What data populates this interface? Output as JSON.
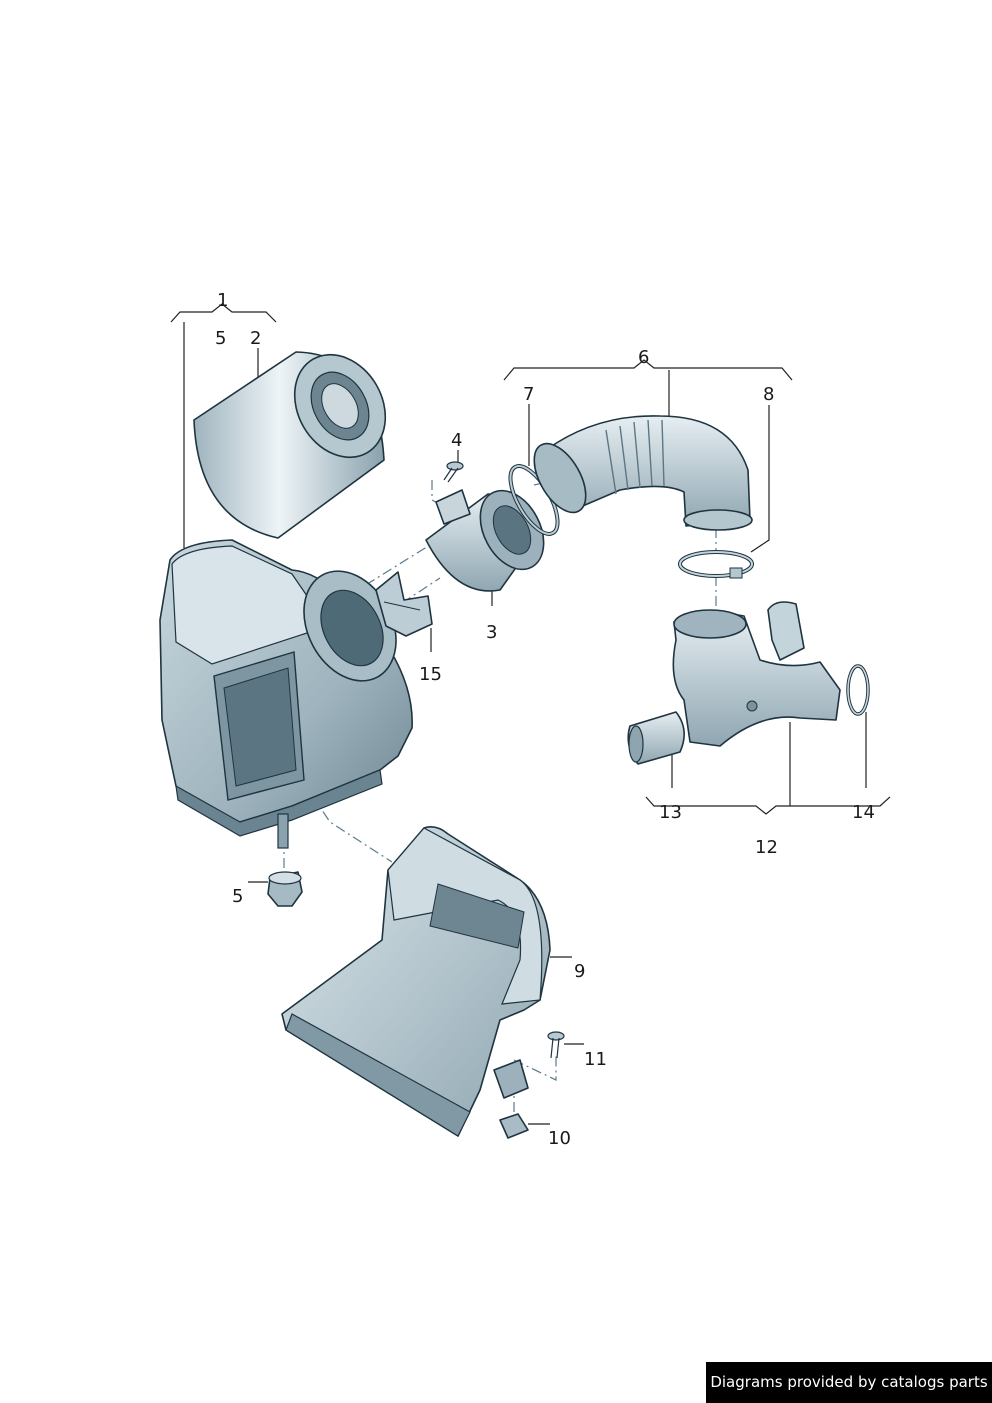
{
  "callouts": {
    "c1": "1",
    "c2": "2",
    "c3": "3",
    "c4": "4",
    "c5a": "5",
    "c5b": "5",
    "c6": "6",
    "c7": "7",
    "c8": "8",
    "c9": "9",
    "c10": "10",
    "c11": "11",
    "c12": "12",
    "c13": "13",
    "c14": "14",
    "c15": "15"
  },
  "colors": {
    "part_fill": "#b9cbd3",
    "part_light": "#dce7ec",
    "part_dark": "#7f97a3",
    "part_shadow": "#54707e",
    "outline": "#1e3440"
  },
  "credit": {
    "text": "Diagrams provided by catalogs parts"
  }
}
